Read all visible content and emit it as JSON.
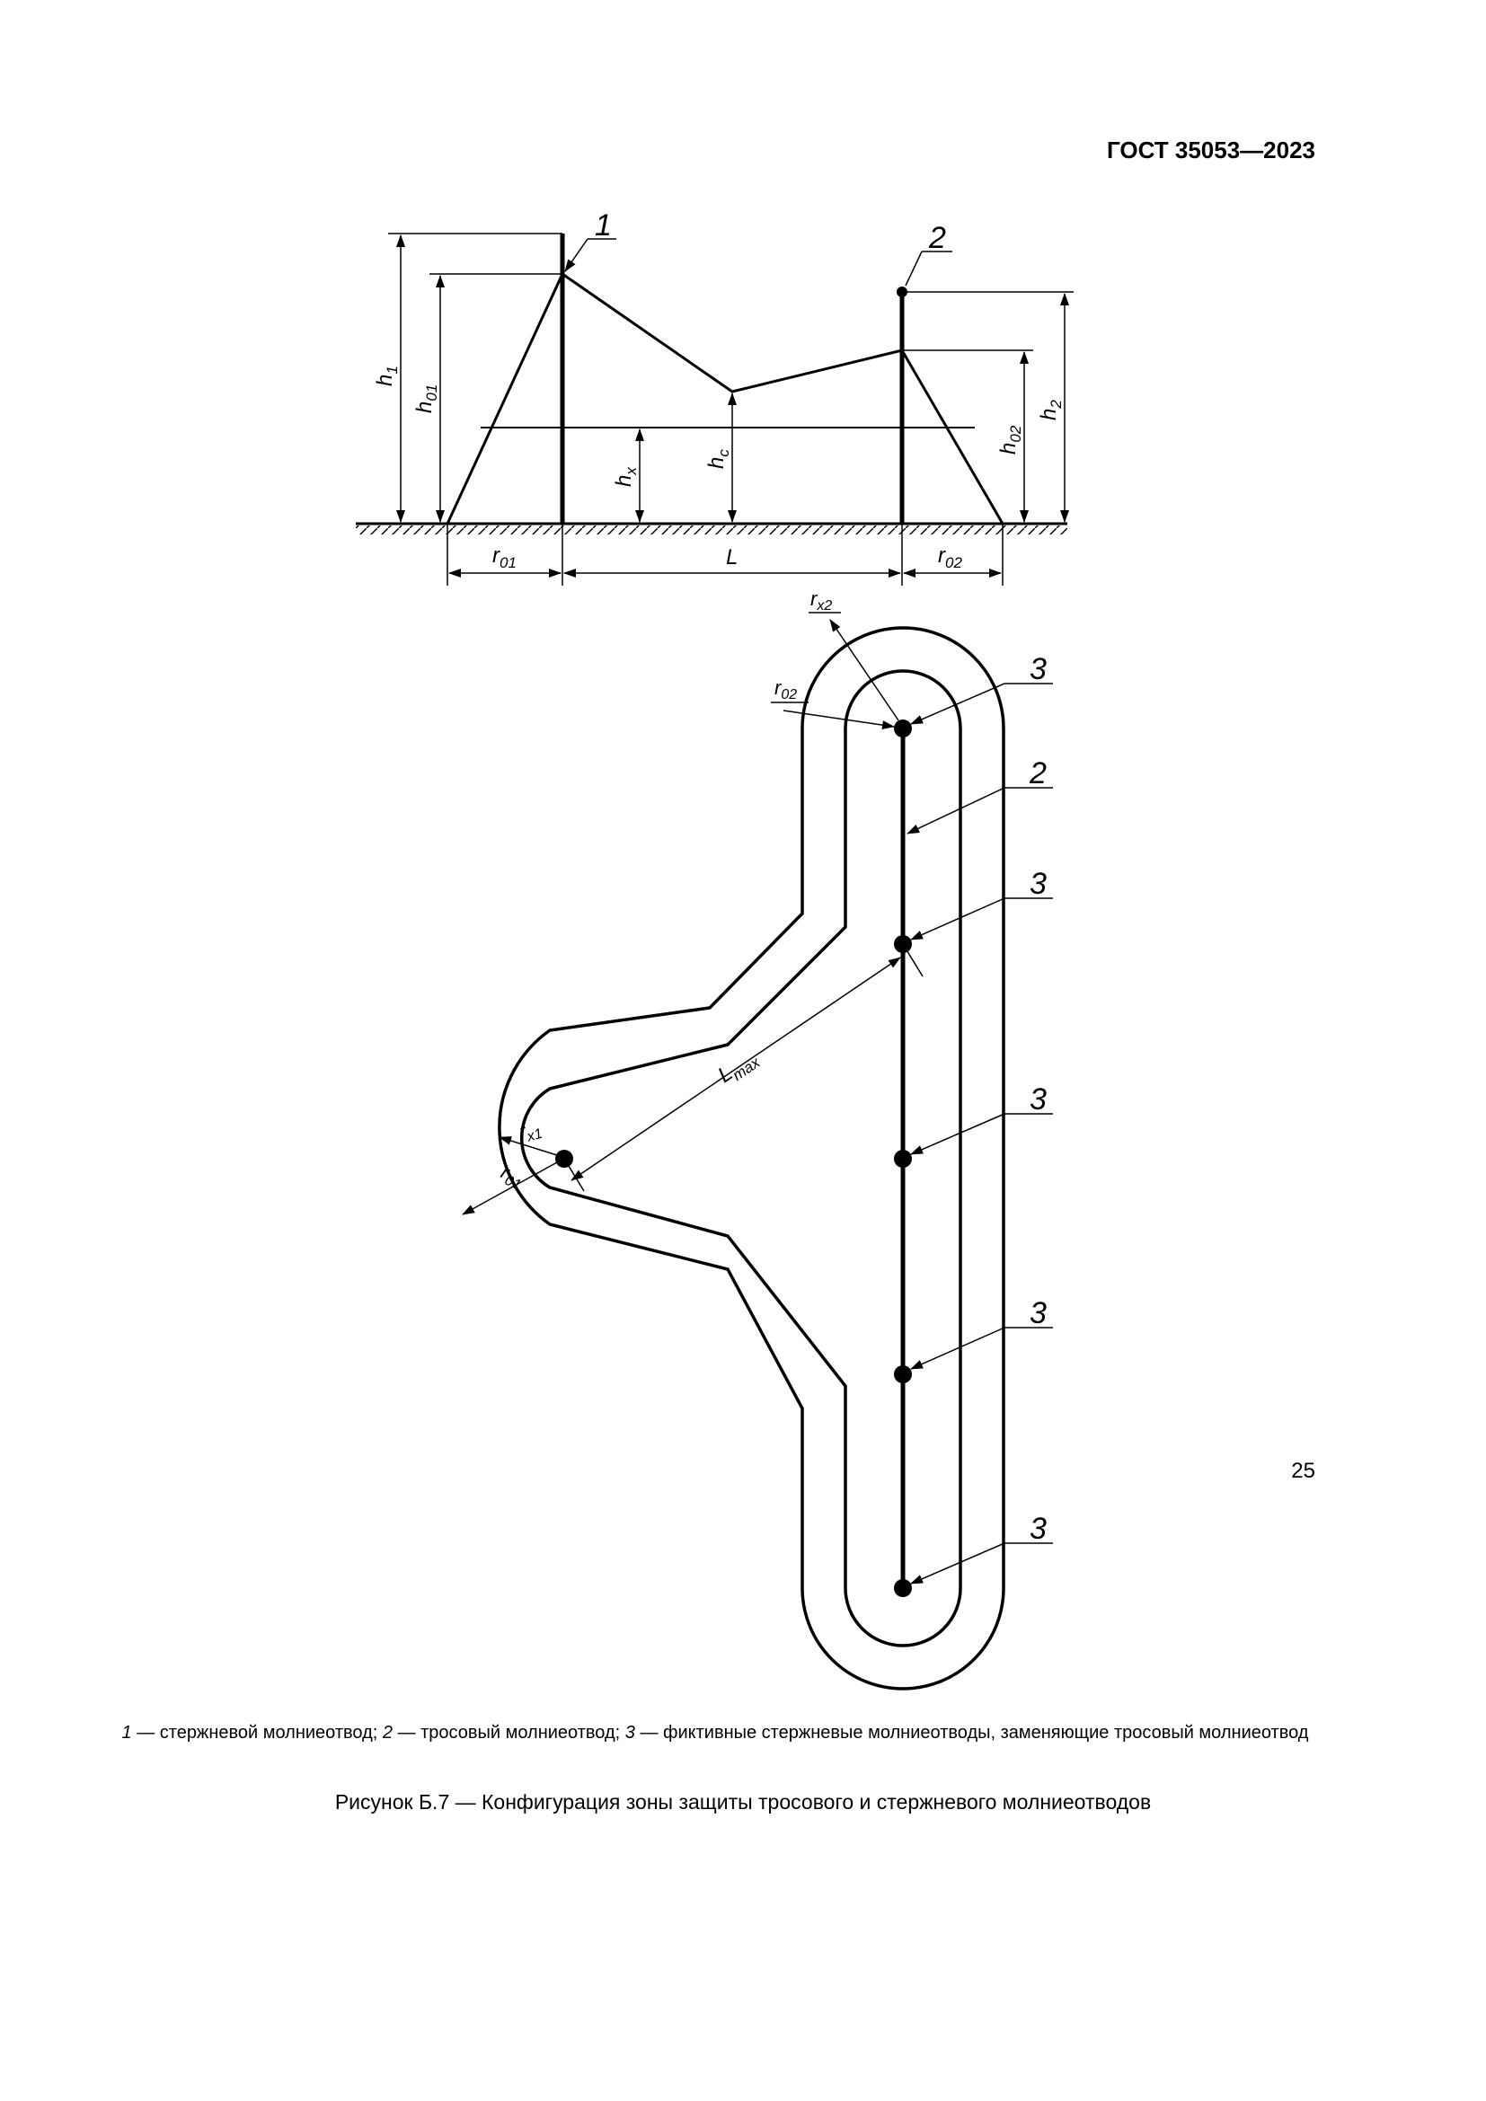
{
  "header": {
    "standard": "ГОСТ 35053—2023"
  },
  "diagram": {
    "labels": {
      "callout_1": "1",
      "callout_2": "2",
      "callout_3": "3",
      "h": "h",
      "r": "r",
      "sub_1": "1",
      "sub_01": "01",
      "sub_2": "2",
      "sub_02": "02",
      "sub_x": "x",
      "sub_c": "c",
      "sub_x1": "x1",
      "sub_x2": "x2",
      "L": "L",
      "sub_max": "max"
    }
  },
  "legend": {
    "n1": "1",
    "t1": " — стержневой молниеотвод; ",
    "n2": "2",
    "t2": " — тросовый молниеотвод; ",
    "n3": "3",
    "t3": " — фиктивные стержневые молниеотводы, заменяющие тросовый молниеотвод"
  },
  "caption": "Рисунок Б.7 — Конфигурация зоны защиты тросового и стержневого молниеотводов",
  "page_number": "25"
}
